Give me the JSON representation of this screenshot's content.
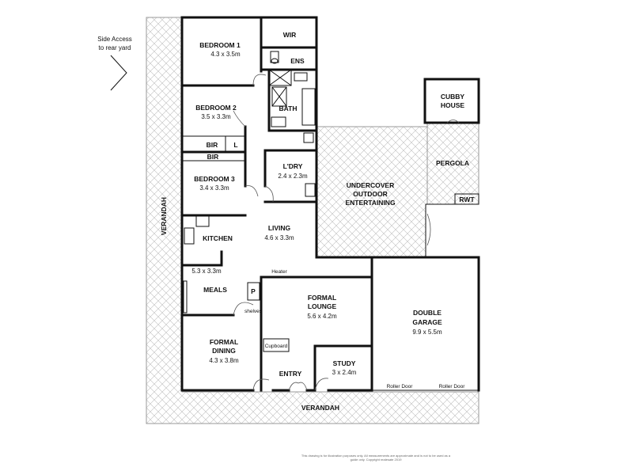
{
  "side_access": {
    "line1": "Side Access",
    "line2": "to rear yard"
  },
  "rooms": {
    "bedroom1": {
      "name": "BEDROOM 1",
      "size": "4.3 x 3.5m"
    },
    "wir": {
      "name": "WIR"
    },
    "ens": {
      "name": "ENS"
    },
    "bedroom2": {
      "name": "BEDROOM 2",
      "size": "3.5 x 3.3m"
    },
    "bath": {
      "name": "BATH"
    },
    "bir1": {
      "name": "BIR"
    },
    "linen": {
      "name": "L"
    },
    "bir2": {
      "name": "BIR"
    },
    "bedroom3": {
      "name": "BEDROOM 3",
      "size": "3.4 x 3.3m"
    },
    "laundry": {
      "name": "L'DRY",
      "size": "2.4 x 2.3m"
    },
    "kitchen": {
      "name": "KITCHEN",
      "size": "5.3 x 3.3m"
    },
    "living": {
      "name": "LIVING",
      "size": "4.6 x 3.3m"
    },
    "meals": {
      "name": "MEALS"
    },
    "pantry": {
      "name": "P"
    },
    "shelves": {
      "name": "shelves"
    },
    "heater": {
      "name": "Heater"
    },
    "formal_lounge": {
      "line1": "FORMAL",
      "line2": "LOUNGE",
      "size": "5.6 x 4.2m"
    },
    "formal_dining": {
      "line1": "FORMAL",
      "line2": "DINING",
      "size": "4.3 x 3.8m"
    },
    "cupboard": {
      "name": "Cupboard"
    },
    "study": {
      "name": "STUDY",
      "size": "3 x 2.4m"
    },
    "entry": {
      "name": "ENTRY"
    },
    "undercover": {
      "line1": "UNDERCOVER",
      "line2": "OUTDOOR",
      "line3": "ENTERTAINING"
    },
    "cubby": {
      "line1": "CUBBY",
      "line2": "HOUSE"
    },
    "pergola": {
      "name": "PERGOLA"
    },
    "rwt": {
      "name": "RWT"
    },
    "garage": {
      "line1": "DOUBLE",
      "line2": "GARAGE",
      "size": "9.9 x 5.5m"
    },
    "roller_door_1": {
      "name": "Roller Door"
    },
    "roller_door_2": {
      "name": "Roller Door"
    },
    "verandah_side": {
      "name": "VERANDAH"
    },
    "verandah_front": {
      "name": "VERANDAH"
    }
  },
  "disclaimer": {
    "line1": "This drawing is for illustration purposes only. All measurements are approximate and is not to be used as a",
    "line2": "guide only. Copyright realesate 2019"
  }
}
